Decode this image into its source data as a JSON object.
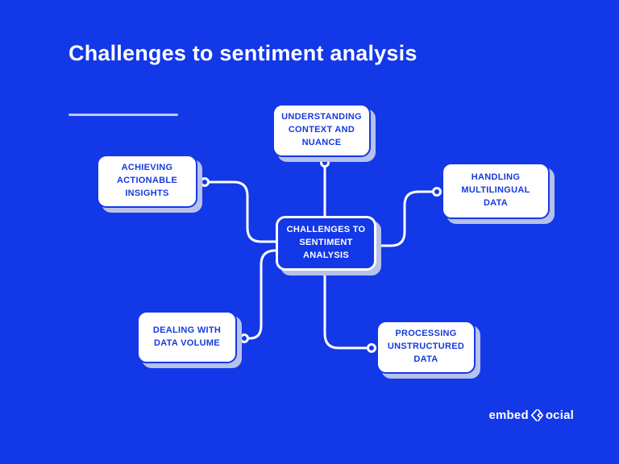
{
  "title": "Challenges to sentiment analysis",
  "colors": {
    "background": "#1338E8",
    "node_background": "#FFFFFF",
    "node_text_blue": "#1639E0",
    "center_node_text": "#FFFFFF",
    "shadow": "#B7C1EA",
    "connector_line": "#FFFFFF",
    "divider": "#BFC9E8",
    "title_text": "#FFFFFF"
  },
  "diagram": {
    "center": {
      "label": "CHALLENGES TO\nSENTIMENT\nANALYSIS"
    },
    "nodes": [
      {
        "id": "understanding-context",
        "position": "top",
        "label": "UNDERSTANDING\nCONTEXT AND\nNUANCE"
      },
      {
        "id": "achieving-insights",
        "position": "left",
        "label": "ACHIEVING\nACTIONABLE\nINSIGHTS"
      },
      {
        "id": "handling-multilingual",
        "position": "right",
        "label": "HANDLING\nMULTILINGUAL\nDATA"
      },
      {
        "id": "dealing-volume",
        "position": "bottom-left",
        "label": "DEALING WITH\nDATA VOLUME"
      },
      {
        "id": "processing-unstructured",
        "position": "bottom-right",
        "label": "PROCESSING\nUNSTRUCTURED\nDATA"
      }
    ]
  },
  "footer": {
    "logo_prefix": "embed",
    "logo_suffix": "ocial",
    "logo_icon": "diamond-chevron-icon"
  }
}
